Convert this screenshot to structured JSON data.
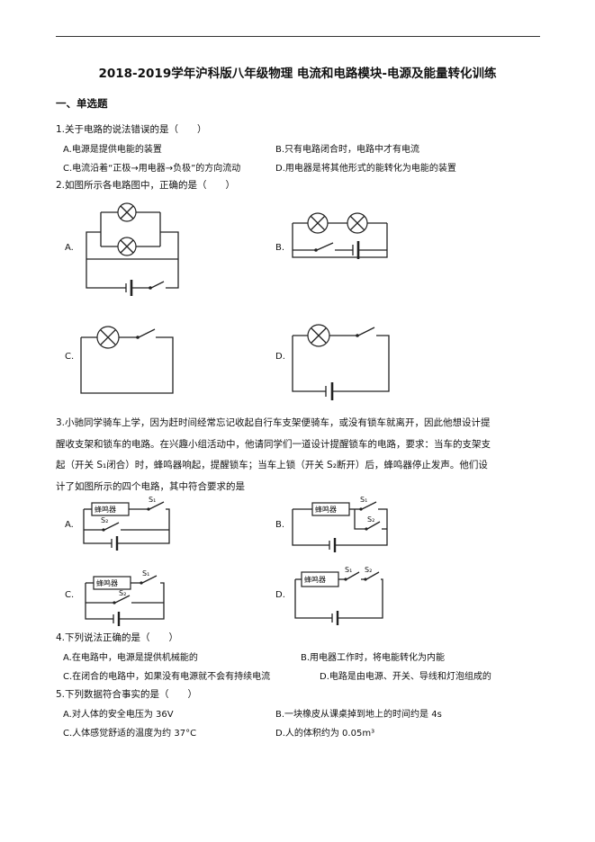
{
  "title": "2018-2019学年沪科版八年级物理 电流和电路模块-电源及能量转化训练",
  "section": "一、单选题",
  "q1": {
    "stem": "1.关于电路的说法错误的是（　　）",
    "options": [
      "A.电源是提供电能的装置",
      "B.只有电路闭合时，电路中才有电流",
      "C.电流沿着“正极→用电器→负极”的方向流动",
      "D.用电器是将其他形式的能转化为电能的装置"
    ]
  },
  "q2": {
    "stem": "2.如图所示各电路图中，正确的是（　　）",
    "labels": [
      "A.",
      "B.",
      "C.",
      "D."
    ]
  },
  "q3": {
    "lines": [
      "3.小驰同学骑车上学，因为赶时间经常忘记收起自行车支架便骑车，或没有锁车就离开，因此他想设计提",
      "醒收支架和锁车的电路。在兴趣小组活动中，他请同学们一道设计提醒锁车的电路，要求：当车的支架支",
      "起（开关 S₁闭合）时，蜂鸣器响起，提醒锁车；当车上锁（开关 S₂断开）后，蜂鸣器停止发声。他们设",
      "计了如图所示的四个电路，其中符合要求的是"
    ],
    "labels": [
      "A.",
      "B.",
      "C.",
      "D."
    ],
    "buzzer": "蜂鸣器",
    "s1": "S₁",
    "s2": "S₂"
  },
  "q4": {
    "stem": "4.下列说法正确的是（　　）",
    "options": [
      "A.在电路中，电源是提供机械能的",
      "B.用电器工作时，将电能转化为内能",
      "C.在闭合的电路中，如果没有电源就不会有持续电流",
      "D.电路是由电源、开关、导线和灯泡组成的"
    ]
  },
  "q5": {
    "stem": "5.下列数据符合事实的是（　　）",
    "options": [
      "A.对人体的安全电压为 36V",
      "B.一块橡皮从课桌掉到地上的时间约是 4s",
      "C.人体感觉舒适的温度为约 37°C",
      "D.人的体积约为 0.05m³"
    ]
  }
}
